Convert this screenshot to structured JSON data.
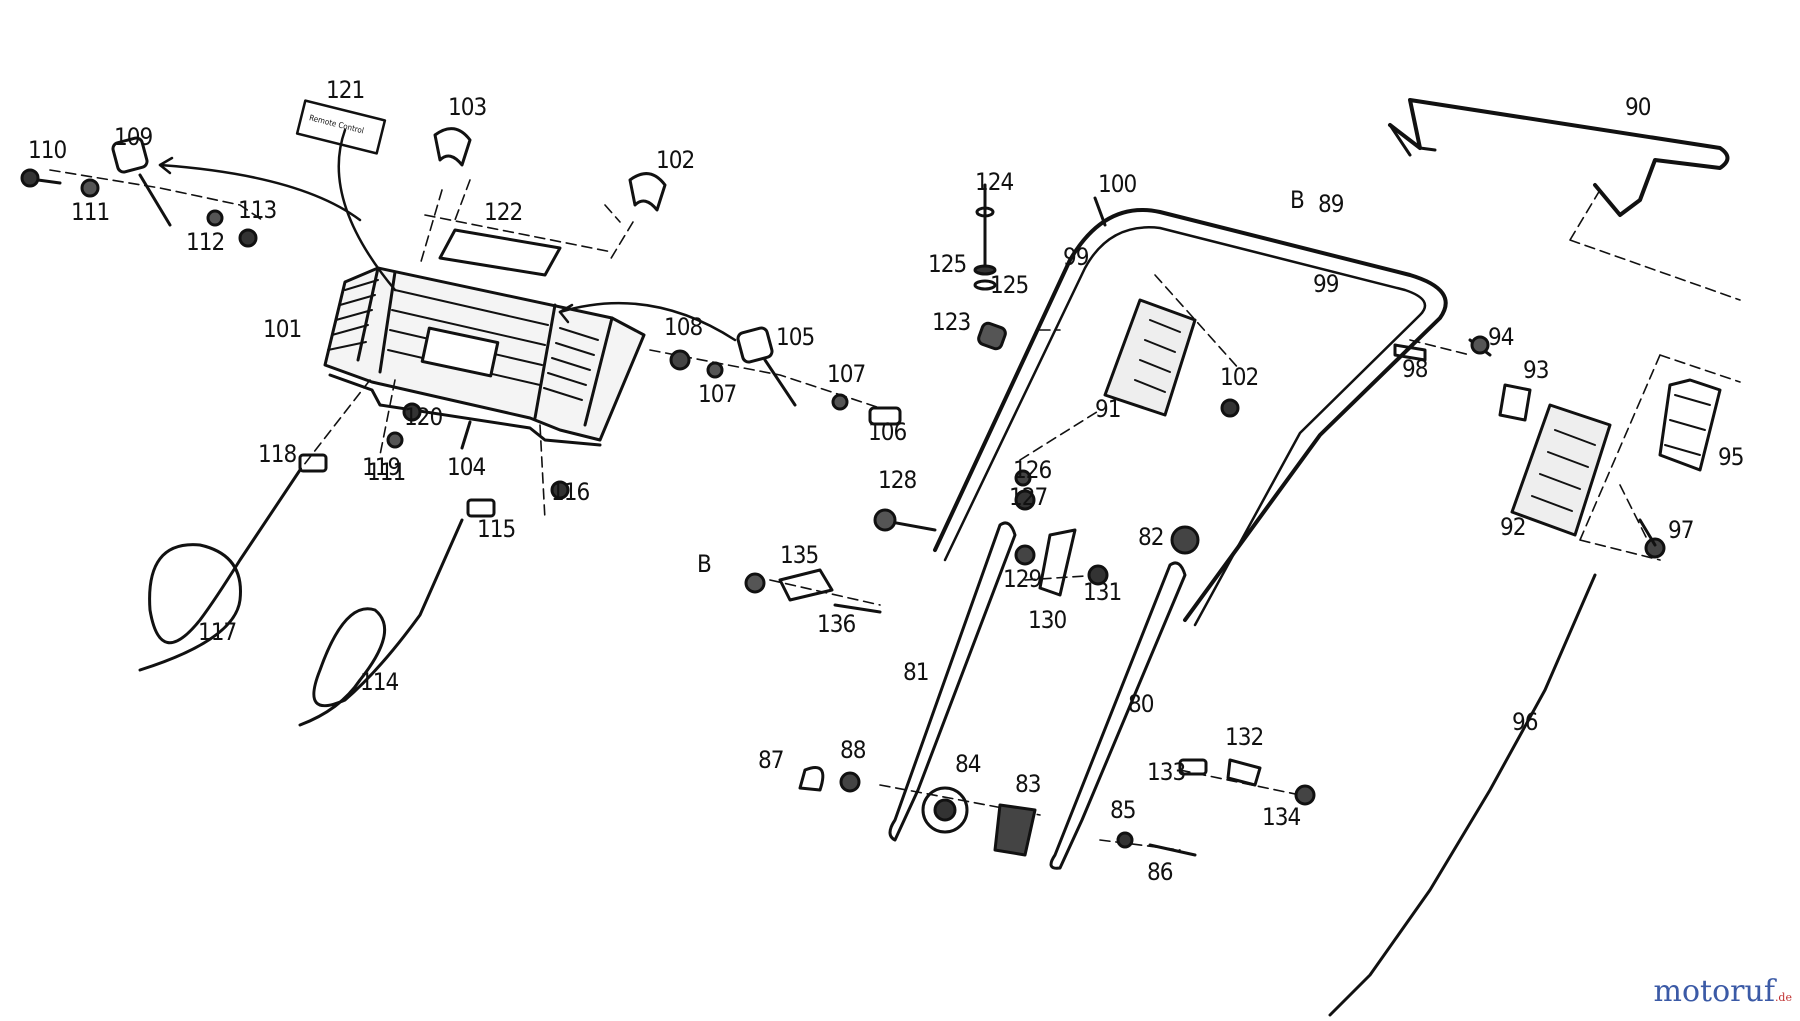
{
  "diagram": {
    "callouts": [
      "80",
      "81",
      "82",
      "83",
      "84",
      "85",
      "86",
      "87",
      "88",
      "89",
      "90",
      "91",
      "92",
      "93",
      "94",
      "95",
      "96",
      "97",
      "98",
      "99",
      "99",
      "100",
      "101",
      "102",
      "102",
      "103",
      "104",
      "105",
      "106",
      "107",
      "107",
      "108",
      "109",
      "110",
      "111",
      "111",
      "112",
      "113",
      "114",
      "115",
      "116",
      "117",
      "118",
      "119",
      "120",
      "121",
      "122",
      "123",
      "124",
      "125",
      "125",
      "126",
      "127",
      "128",
      "129",
      "130",
      "131",
      "132",
      "133",
      "134",
      "135",
      "136",
      "B",
      "B"
    ],
    "label_text": "Remote Control"
  },
  "watermark": {
    "brand": "motoruf",
    "tld": ".de",
    "brand_color": "#3b5aa6",
    "tld_color": "#c03030"
  }
}
